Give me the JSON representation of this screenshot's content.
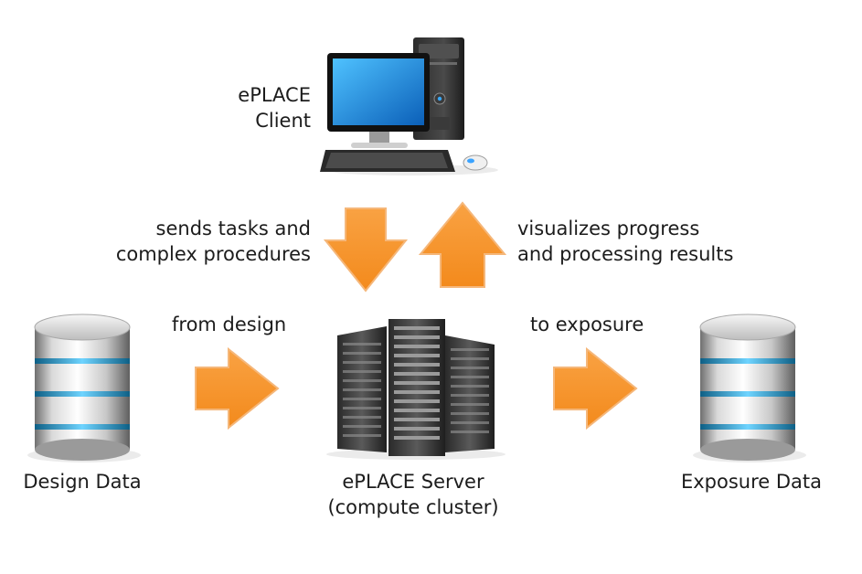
{
  "client": {
    "line1": "ePLACE",
    "line2": "Client"
  },
  "server": {
    "line1": "ePLACE Server",
    "line2": "(compute cluster)"
  },
  "design_data": {
    "label": "Design Data"
  },
  "exposure_data": {
    "label": "Exposure Data"
  },
  "sends": {
    "line1": "sends tasks and",
    "line2": "complex procedures"
  },
  "visualizes": {
    "line1": "visualizes progress",
    "line2": "and processing results"
  },
  "from_design": {
    "label": "from design"
  },
  "to_exposure": {
    "label": "to exposure"
  },
  "colors": {
    "arrow": "#f7962d",
    "arrow_edge": "#f0a85a",
    "db_glow": "#39b6f0"
  }
}
